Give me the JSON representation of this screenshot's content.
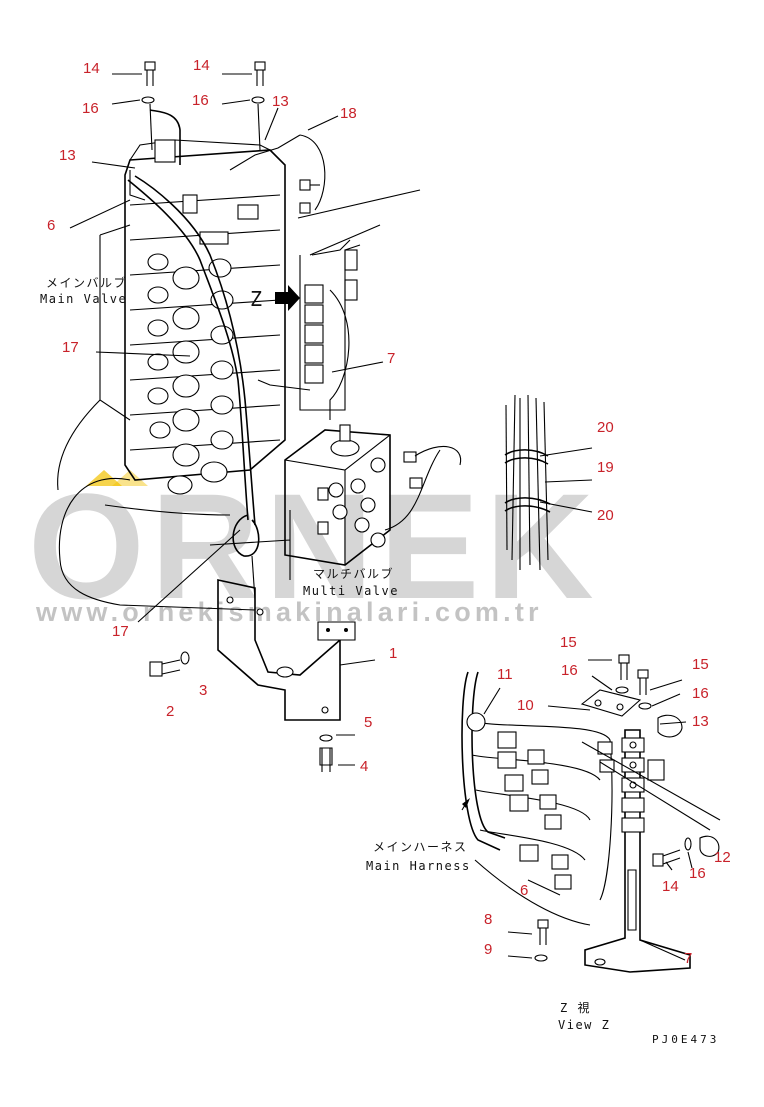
{
  "watermark": {
    "brand": "ORNEK",
    "url": "www.ornekismakinalari.com.tr"
  },
  "drawing_code": "PJ0E473",
  "labels": {
    "main_valve_jp": "メインバルブ",
    "main_valve_en": "Main Valve",
    "multi_valve_jp": "マルチバルブ",
    "multi_valve_en": "Multi Valve",
    "main_harness_jp": "メインハーネス",
    "main_harness_en": "Main Harness",
    "view_z_jp": "Z 視",
    "view_z_en": "View Z",
    "z_marker": "Z"
  },
  "callouts": {
    "c14a": "14",
    "c14b": "14",
    "c16a": "16",
    "c16b": "16",
    "c13a": "13",
    "c13b": "13",
    "c18": "18",
    "c6a": "6",
    "c7a": "7",
    "c17a": "17",
    "c17b": "17",
    "c20a": "20",
    "c19": "19",
    "c20b": "20",
    "c1": "1",
    "c2": "2",
    "c3": "3",
    "c5": "5",
    "c4": "4",
    "c15a": "15",
    "c15b": "15",
    "c16c": "16",
    "c16d": "16",
    "c16e": "16",
    "c11": "11",
    "c10": "10",
    "c13c": "13",
    "c12": "12",
    "c14c": "14",
    "c6b": "6",
    "c8": "8",
    "c9": "9",
    "c7b": "7"
  },
  "colors": {
    "callout": "#c8222a",
    "line": "#000000",
    "watermark": "#b9b9b9",
    "watermark_accent": "#f2c200"
  }
}
